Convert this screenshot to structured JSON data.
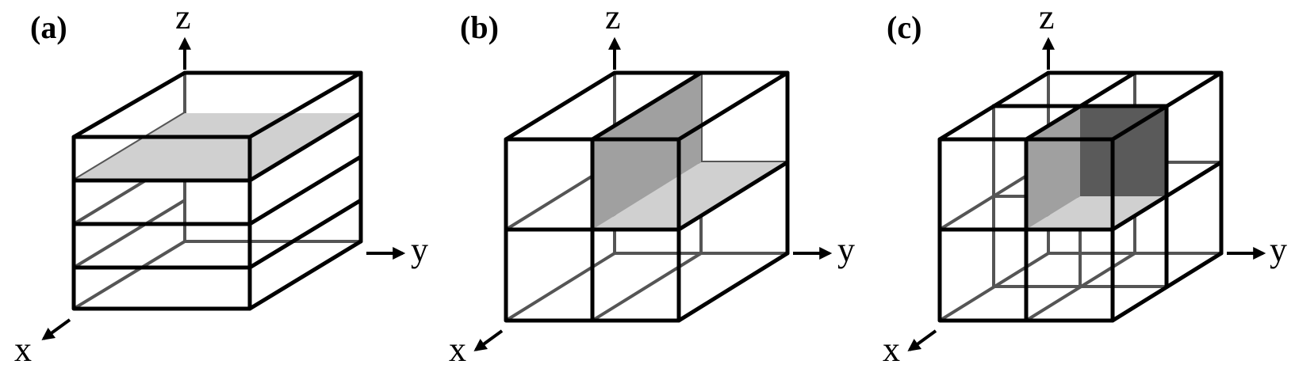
{
  "panels": [
    {
      "label": "(a)",
      "axes": {
        "x": "x",
        "y": "y",
        "z": "z"
      }
    },
    {
      "label": "(b)",
      "axes": {
        "x": "x",
        "y": "y",
        "z": "z"
      }
    },
    {
      "label": "(c)",
      "axes": {
        "x": "x",
        "y": "y",
        "z": "z"
      }
    }
  ],
  "colors": {
    "edge": "#000000",
    "hidden_edge": "#555555",
    "light_face": "#d0d0d0",
    "medium_face": "#a0a0a0",
    "dark_face": "#5a5a5a"
  }
}
